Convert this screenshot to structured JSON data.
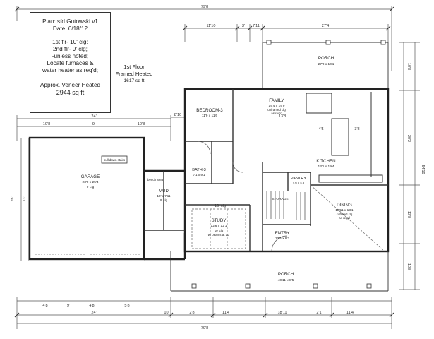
{
  "sheet": {
    "info": {
      "title": "Plan: sfd Gutowski v1",
      "date": "Date: 6/18/12",
      "ceiling_1": "1st flr- 10' clg;",
      "ceiling_2": "2nd flr- 9' clg;",
      "ceiling_3": "-unless noted;",
      "note_1": "Locate furnaces &",
      "note_2": "water heater as req'd;",
      "veneer": "Approx. Veneer Heated",
      "veneer_sqft": "2944 sq ft"
    },
    "floor": {
      "name": "1st Floor",
      "type": "Framed Heated",
      "sqft": "1617 sq ft"
    }
  },
  "rooms": {
    "porch_rear": {
      "name": "PORCH",
      "size": "27'0 x 10'1"
    },
    "family": {
      "name": "FAMILY",
      "size": "19'4 x 19'9",
      "note": "unframed clg",
      "note2": "as req'd"
    },
    "bedroom": {
      "name": "BEDROOM-3",
      "size": "11'9 x 11'6"
    },
    "bath": {
      "name": "BATH-3",
      "size": "7'1 x 9'1"
    },
    "garage": {
      "name": "GARAGE",
      "size": "23'9 x 25'4",
      "clg": "9' clg"
    },
    "stairs_box": {
      "name": "pull down stairs"
    },
    "mud": {
      "name": "MUD",
      "size": "10' x 7'11",
      "clg": "9' clg"
    },
    "bench": {
      "name": "bench area"
    },
    "pantry": {
      "name": "PANTRY",
      "size": "4'6 x 4'3"
    },
    "storage": {
      "name": "STORAGE"
    },
    "kitchen": {
      "name": "KITCHEN",
      "size": "13'1 x 19'4"
    },
    "dining": {
      "name": "DINING",
      "size": "12'11 x 13'1",
      "note": "coffered clg",
      "note2": "as req'd"
    },
    "study": {
      "name": "STUDY",
      "size": "12'6 x 12'1",
      "note": "10' clg",
      "note2": "w/ beams at 10'"
    },
    "entry": {
      "name": "ENTRY",
      "size": "13'4 x 8'3"
    },
    "porch_front": {
      "name": "PORCH",
      "size": "40'11 x 8'5"
    }
  },
  "dimensions": {
    "overall_top": "79'8",
    "overall_bottom": "79'8",
    "top_seg_1": "11'10",
    "top_seg_2": "3'",
    "top_seg_3": "7'11",
    "top_seg_4": "27'4",
    "garage_width": "24'",
    "garage_seg_1": "10'8",
    "garage_seg_2": "9'",
    "garage_seg_3": "10'8",
    "mud_dim": "8'10",
    "right_total": "54'10",
    "right_seg_1": "10'8",
    "right_seg_2": "20'2",
    "right_seg_3": "13'8",
    "right_seg_4": "10'8",
    "left_total": "26'",
    "left_seg": "13'",
    "bottom_seg_1": "24'",
    "bottom_seg_2": "10'",
    "bottom_seg_3": "2'8",
    "bottom_seg_4": "11'4",
    "bottom_seg_5": "18'11",
    "bottom_seg_6": "2'1",
    "bottom_seg_7": "11'4",
    "gar_bot_1": "4'8",
    "gar_bot_2": "9'",
    "gar_bot_3": "4'8",
    "gar_bot_4": "5'8",
    "kitchen_dim_1": "4'5",
    "kitchen_dim_2": "3'8",
    "family_dim": "13'8",
    "study_top": "10' clg"
  }
}
